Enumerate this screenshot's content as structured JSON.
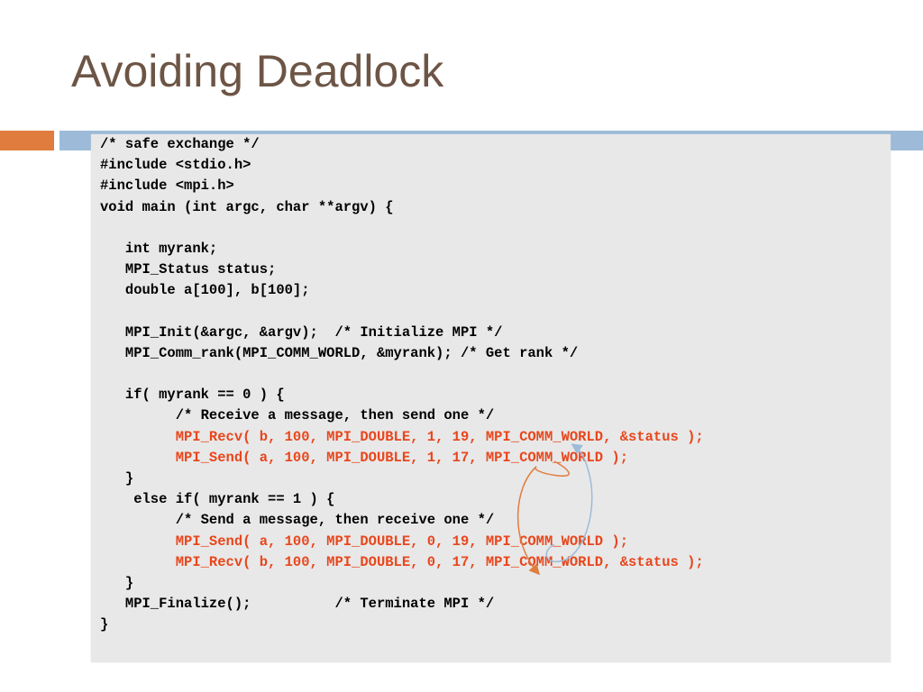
{
  "slide": {
    "title": "Avoiding Deadlock",
    "accent_color": "#e07c3e",
    "bar_color": "#9dbbd8",
    "title_color": "#6d5546",
    "highlight_color": "#e8461c"
  },
  "code": {
    "lines": [
      {
        "text": "/* safe exchange */",
        "highlight": false
      },
      {
        "text": "#include <stdio.h>",
        "highlight": false
      },
      {
        "text": "#include <mpi.h>",
        "highlight": false
      },
      {
        "text": "void main (int argc, char **argv) {",
        "highlight": false
      },
      {
        "text": "",
        "highlight": false
      },
      {
        "text": "   int myrank;",
        "highlight": false
      },
      {
        "text": "   MPI_Status status;",
        "highlight": false
      },
      {
        "text": "   double a[100], b[100];",
        "highlight": false
      },
      {
        "text": "",
        "highlight": false
      },
      {
        "text": "   MPI_Init(&argc, &argv);  /* Initialize MPI */",
        "highlight": false
      },
      {
        "text": "   MPI_Comm_rank(MPI_COMM_WORLD, &myrank); /* Get rank */",
        "highlight": false
      },
      {
        "text": "",
        "highlight": false
      },
      {
        "text": "   if( myrank == 0 ) {",
        "highlight": false
      },
      {
        "text": "         /* Receive a message, then send one */",
        "highlight": false
      },
      {
        "text": "         MPI_Recv( b, 100, MPI_DOUBLE, 1, 19, MPI_COMM_WORLD, &status );",
        "highlight": true
      },
      {
        "text": "         MPI_Send( a, 100, MPI_DOUBLE, 1, 17, MPI_COMM_WORLD );",
        "highlight": true
      },
      {
        "text": "   }",
        "highlight": false
      },
      {
        "text": "    else if( myrank == 1 ) {",
        "highlight": false
      },
      {
        "text": "         /* Send a message, then receive one */",
        "highlight": false
      },
      {
        "text": "         MPI_Send( a, 100, MPI_DOUBLE, 0, 19, MPI_COMM_WORLD );",
        "highlight": true
      },
      {
        "text": "         MPI_Recv( b, 100, MPI_DOUBLE, 0, 17, MPI_COMM_WORLD, &status );",
        "highlight": true
      },
      {
        "text": "   }",
        "highlight": false
      },
      {
        "text": "   MPI_Finalize();          /* Terminate MPI */",
        "highlight": false
      },
      {
        "text": "}",
        "highlight": false
      }
    ]
  },
  "arrows": [
    {
      "name": "orange-arrow-tag17",
      "color": "#e07c3e"
    },
    {
      "name": "blue-arrow-tag19",
      "color": "#9dbbd8"
    }
  ]
}
